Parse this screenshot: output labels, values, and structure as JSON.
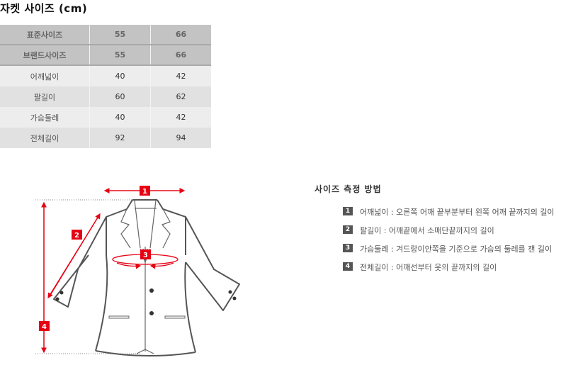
{
  "title": "자켓 사이즈 (cm)",
  "size_table": {
    "header_rows": [
      {
        "label": "표준사이즈",
        "values": [
          "55",
          "66"
        ]
      },
      {
        "label": "브랜드사이즈",
        "values": [
          "55",
          "66"
        ]
      }
    ],
    "rows": [
      {
        "label": "어깨넓이",
        "values": [
          "40",
          "42"
        ]
      },
      {
        "label": "팔길이",
        "values": [
          "60",
          "62"
        ]
      },
      {
        "label": "가슴둘레",
        "values": [
          "40",
          "42"
        ]
      },
      {
        "label": "전체길이",
        "values": [
          "92",
          "94"
        ]
      }
    ]
  },
  "diagram": {
    "markers": [
      "1",
      "2",
      "3",
      "4"
    ],
    "accent_color": "#e60012",
    "line_color": "#555555"
  },
  "legend": {
    "title": "사이즈 측정 방법",
    "items": [
      {
        "num": "1",
        "text": "어깨넓이 : 오른쪽 어깨 끝부분부터 왼쪽 어깨 끝까지의 길이"
      },
      {
        "num": "2",
        "text": "팔길이 : 어깨끝에서 소매단끝까지의 길이"
      },
      {
        "num": "3",
        "text": "가슴둘레 : 겨드랑이안쪽을 기준으로 가슴의 둘레를 잰 길이"
      },
      {
        "num": "4",
        "text": "전체길이 : 어깨선부터 옷의 끝까지의 길이"
      }
    ]
  }
}
